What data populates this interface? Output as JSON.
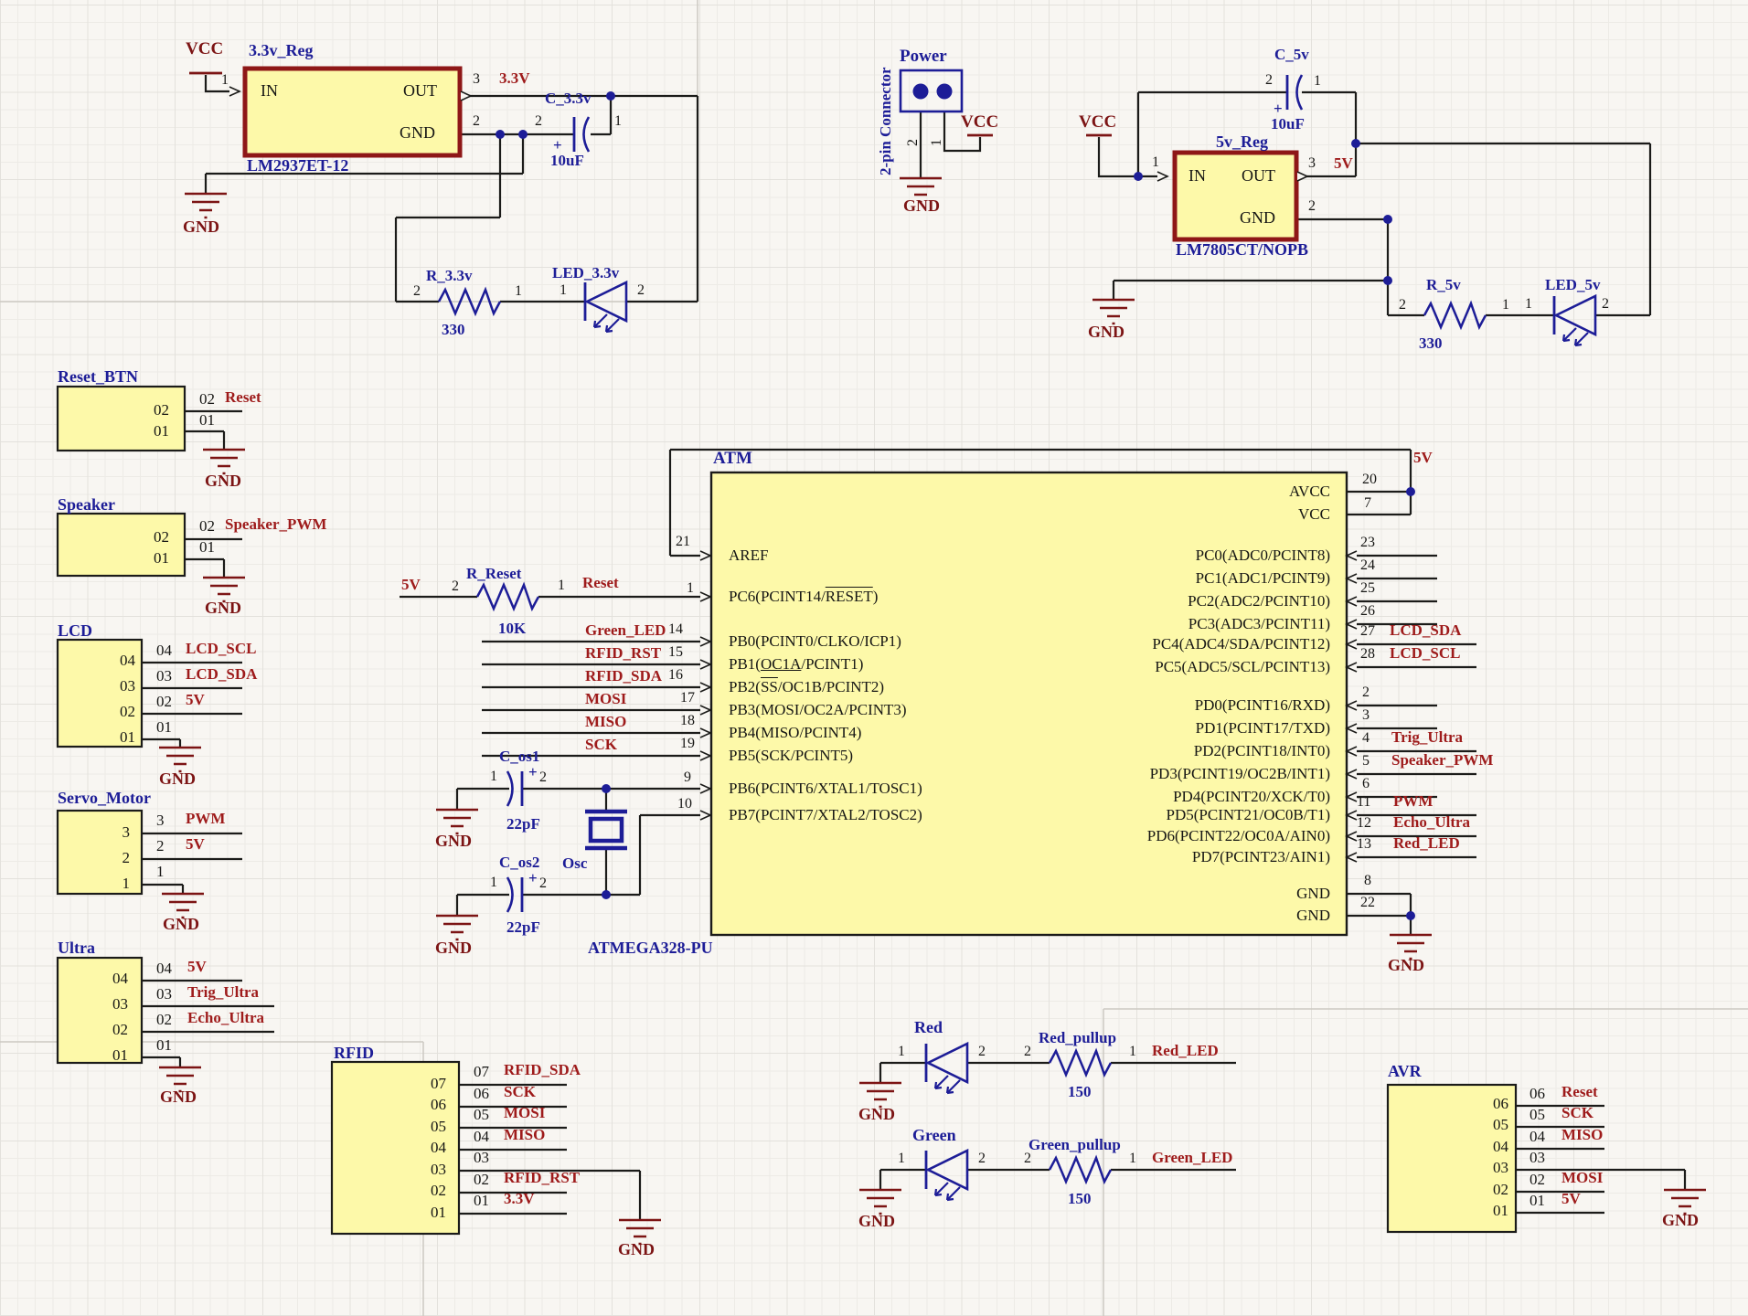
{
  "reg33": {
    "vcc": "VCC",
    "title": "3.3v_Reg",
    "in": "IN",
    "out": "OUT",
    "gnd_pin": "GND",
    "pin_in": "1",
    "pin_out": "3",
    "pin_gnd": "2",
    "net": "3.3V",
    "part": "LM2937ET-12",
    "gnd": "GND",
    "cap_name": "C_3.3v",
    "cap_p2": "2",
    "cap_p1": "1",
    "cap_plus": "+",
    "cap_val": "10uF",
    "res_name": "R_3.3v",
    "res_p2": "2",
    "res_p1": "1",
    "res_val": "330",
    "led_name": "LED_3.3v",
    "led_p1": "1",
    "led_p2": "2"
  },
  "pwr": {
    "title": "Power",
    "side": "2-pin Connector",
    "p2": "2",
    "p1": "1",
    "vcc": "VCC",
    "gnd": "GND"
  },
  "reg5": {
    "vcc": "VCC",
    "title": "5v_Reg",
    "in": "IN",
    "out": "OUT",
    "gnd_pin": "GND",
    "pin_in": "1",
    "pin_out": "3",
    "pin_gnd": "2",
    "net": "5V",
    "part": "LM7805CT/NOPB",
    "gnd": "GND",
    "cap_name": "C_5v",
    "cap_p2": "2",
    "cap_p1": "1",
    "cap_plus": "+",
    "cap_val": "10uF",
    "res_name": "R_5v",
    "res_p2": "2",
    "res_p1": "1",
    "res_val": "330",
    "led_name": "LED_5v",
    "led_p1": "1",
    "led_p2": "2"
  },
  "reset_btn": {
    "title": "Reset_BTN",
    "p02": "02",
    "p01": "01",
    "n02": "02",
    "net": "Reset",
    "n01": "01",
    "gnd": "GND"
  },
  "speaker": {
    "title": "Speaker",
    "p02": "02",
    "p01": "01",
    "n02": "02",
    "net": "Speaker_PWM",
    "n01": "01",
    "gnd": "GND"
  },
  "lcd": {
    "title": "LCD",
    "p": [
      "04",
      "03",
      "02",
      "01"
    ],
    "n": [
      "04",
      "03",
      "02",
      "01"
    ],
    "nets": [
      "LCD_SCL",
      "LCD_SDA",
      "5V"
    ],
    "gnd": "GND"
  },
  "servo": {
    "title": "Servo_Motor",
    "p": [
      "3",
      "2",
      "1"
    ],
    "n": [
      "3",
      "2",
      "1"
    ],
    "nets": [
      "PWM",
      "5V"
    ],
    "gnd": "GND"
  },
  "ultra": {
    "title": "Ultra",
    "p": [
      "04",
      "03",
      "02",
      "01"
    ],
    "n": [
      "04",
      "03",
      "02",
      "01"
    ],
    "nets": [
      "5V",
      "Trig_Ultra",
      "Echo_Ultra"
    ],
    "gnd": "GND"
  },
  "rreset": {
    "v5": "5V",
    "p2": "2",
    "name": "R_Reset",
    "val": "10K",
    "p1": "1",
    "net": "Reset"
  },
  "osc": {
    "c1": "C_os1",
    "c1p1": "1",
    "c1plus": "+",
    "c1p2": "2",
    "c1val": "22pF",
    "gnd1": "GND",
    "c2": "C_os2",
    "c2p1": "1",
    "c2plus": "+",
    "c2p2": "2",
    "c2val": "22pF",
    "gnd2": "GND",
    "xtal": "Osc"
  },
  "atm": {
    "designator": "ATM",
    "part": "ATMEGA328-PU",
    "v5": "5V",
    "gnd": "GND",
    "aref": {
      "pin": "21",
      "name": "AREF"
    },
    "pc6": {
      "pin": "1",
      "netnum": "1",
      "net": "Reset",
      "pre": "PC6(PCINT14/",
      "dec": "RESET",
      "post": ")"
    },
    "pb": [
      {
        "pin": "14",
        "net": "Green_LED",
        "pre": "PB0(PCINT0/CLKO/ICP1)",
        "dec": "",
        "post": ""
      },
      {
        "pin": "15",
        "net": "RFID_RST",
        "pre": "PB1(",
        "dec": "OC1A",
        "post": "/PCINT1)"
      },
      {
        "pin": "16",
        "net": "RFID_SDA",
        "pre": "PB2(",
        "dec": "SS",
        "post": "/OC1B/PCINT2)"
      },
      {
        "pin": "17",
        "net": "MOSI",
        "pre": "PB3(MOSI/OC2A/PCINT3)",
        "dec": "",
        "post": ""
      },
      {
        "pin": "18",
        "net": "MISO",
        "pre": "PB4(MISO/PCINT4)",
        "dec": "",
        "post": ""
      },
      {
        "pin": "19",
        "net": "SCK",
        "pre": "PB5(SCK/PCINT5)",
        "dec": "",
        "post": ""
      }
    ],
    "pb6": {
      "pin": "9",
      "name": "PB6(PCINT6/XTAL1/TOSC1)"
    },
    "pb7": {
      "pin": "10",
      "name": "PB7(PCINT7/XTAL2/TOSC2)"
    },
    "avcc": {
      "pin": "20",
      "name": "AVCC"
    },
    "vcc": {
      "pin": "7",
      "name": "VCC"
    },
    "pc": [
      {
        "pin": "23",
        "net": "",
        "name": "PC0(ADC0/PCINT8)"
      },
      {
        "pin": "24",
        "net": "",
        "name": "PC1(ADC1/PCINT9)"
      },
      {
        "pin": "25",
        "net": "",
        "name": "PC2(ADC2/PCINT10)"
      },
      {
        "pin": "26",
        "net": "",
        "name": "PC3(ADC3/PCINT11)"
      },
      {
        "pin": "27",
        "net": "LCD_SDA",
        "name": "PC4(ADC4/SDA/PCINT12)"
      },
      {
        "pin": "28",
        "net": "LCD_SCL",
        "name": "PC5(ADC5/SCL/PCINT13)"
      }
    ],
    "pd": [
      {
        "pin": "2",
        "net": "",
        "name": "PD0(PCINT16/RXD)"
      },
      {
        "pin": "3",
        "net": "",
        "name": "PD1(PCINT17/TXD)"
      },
      {
        "pin": "4",
        "net": "Trig_Ultra",
        "name": "PD2(PCINT18/INT0)"
      },
      {
        "pin": "5",
        "net": "Speaker_PWM",
        "name": "PD3(PCINT19/OC2B/INT1)"
      },
      {
        "pin": "6",
        "net": "",
        "name": "PD4(PCINT20/XCK/T0)"
      },
      {
        "pin": "11",
        "net": "PWM",
        "name": "PD5(PCINT21/OC0B/T1)"
      },
      {
        "pin": "12",
        "net": "Echo_Ultra",
        "name": "PD6(PCINT22/OC0A/AIN0)"
      },
      {
        "pin": "13",
        "net": "Red_LED",
        "name": "PD7(PCINT23/AIN1)"
      }
    ],
    "gnd8": {
      "pin": "8",
      "name": "GND"
    },
    "gnd22": {
      "pin": "22",
      "name": "GND"
    }
  },
  "rfid": {
    "title": "RFID",
    "p": [
      "07",
      "06",
      "05",
      "04",
      "03",
      "02",
      "01"
    ],
    "nets": [
      {
        "n": "07",
        "t": "RFID_SDA"
      },
      {
        "n": "06",
        "t": "SCK"
      },
      {
        "n": "05",
        "t": "MOSI"
      },
      {
        "n": "04",
        "t": "MISO"
      },
      {
        "n": "03",
        "t": ""
      },
      {
        "n": "02",
        "t": "RFID_RST"
      },
      {
        "n": "01",
        "t": "3.3V"
      }
    ],
    "gnd": "GND"
  },
  "leds": {
    "red": {
      "title": "Red",
      "p1": "1",
      "p2": "2",
      "gnd": "GND",
      "res": "Red_pullup",
      "rp2": "2",
      "rp1": "1",
      "val": "150",
      "net": "Red_LED"
    },
    "green": {
      "title": "Green",
      "p1": "1",
      "p2": "2",
      "gnd": "GND",
      "res": "Green_pullup",
      "rp2": "2",
      "rp1": "1",
      "val": "150",
      "net": "Green_LED"
    }
  },
  "avr": {
    "title": "AVR",
    "p": [
      "06",
      "05",
      "04",
      "03",
      "02",
      "01"
    ],
    "nets": [
      {
        "n": "06",
        "t": "Reset"
      },
      {
        "n": "05",
        "t": "SCK"
      },
      {
        "n": "04",
        "t": "MISO"
      },
      {
        "n": "03",
        "t": ""
      },
      {
        "n": "02",
        "t": "MOSI"
      },
      {
        "n": "01",
        "t": "5V"
      }
    ],
    "gnd": "GND"
  }
}
